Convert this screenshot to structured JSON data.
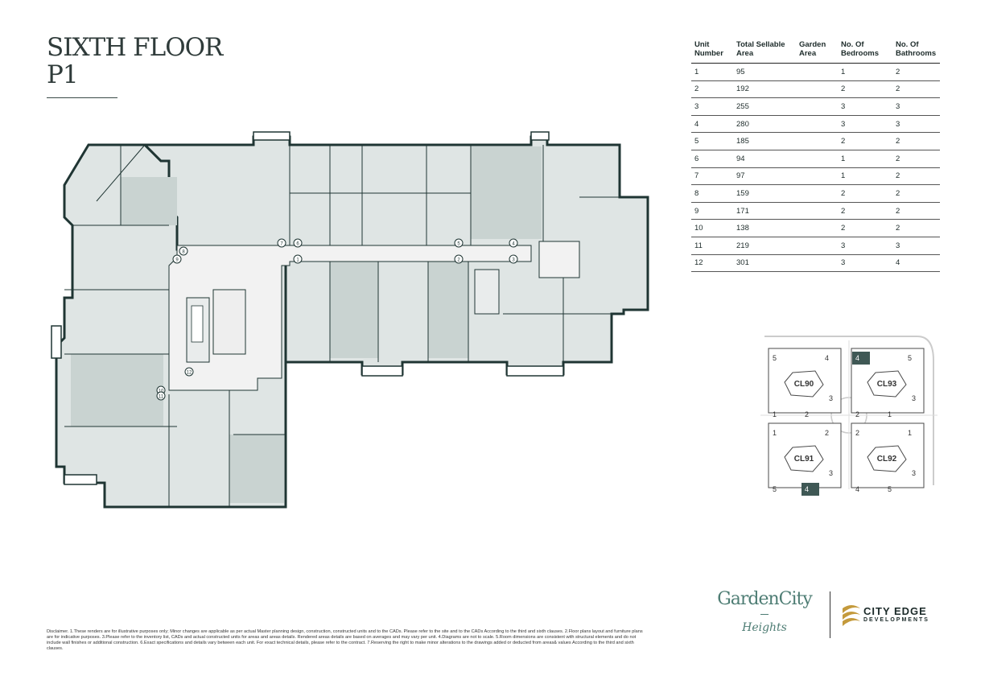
{
  "header": {
    "title_line1": "SIXTH FLOOR",
    "title_line2": "P1"
  },
  "table": {
    "headers": [
      "Unit Number",
      "Total Sellable Area",
      "Garden Area",
      "No. Of Bedrooms",
      "No. Of Bathrooms"
    ],
    "rows": [
      [
        "1",
        "95",
        "",
        "1",
        "2"
      ],
      [
        "2",
        "192",
        "",
        "2",
        "2"
      ],
      [
        "3",
        "255",
        "",
        "3",
        "3"
      ],
      [
        "4",
        "280",
        "",
        "3",
        "3"
      ],
      [
        "5",
        "185",
        "",
        "2",
        "2"
      ],
      [
        "6",
        "94",
        "",
        "1",
        "2"
      ],
      [
        "7",
        "97",
        "",
        "1",
        "2"
      ],
      [
        "8",
        "159",
        "",
        "2",
        "2"
      ],
      [
        "9",
        "171",
        "",
        "2",
        "2"
      ],
      [
        "10",
        "138",
        "",
        "2",
        "2"
      ],
      [
        "11",
        "219",
        "",
        "3",
        "3"
      ],
      [
        "12",
        "301",
        "",
        "3",
        "4"
      ]
    ]
  },
  "plan": {
    "unit_markers": [
      "1",
      "2",
      "3",
      "4",
      "5",
      "6",
      "7",
      "8",
      "9",
      "10",
      "11",
      "12"
    ]
  },
  "keymap": {
    "blocks": [
      {
        "name": "CL90",
        "units": [
          "5",
          "4",
          "3",
          "1",
          "2"
        ]
      },
      {
        "name": "CL93",
        "units": [
          "4",
          "5",
          "3",
          "2",
          "1"
        ]
      },
      {
        "name": "CL91",
        "units": [
          "1",
          "2",
          "3",
          "5",
          "4"
        ]
      },
      {
        "name": "CL92",
        "units": [
          "2",
          "1",
          "3",
          "4",
          "5"
        ]
      }
    ]
  },
  "disclaimer": "Disclaimer. 1.These renders are for illustrative purposes only; Minor changes are applicable as per actual Master planning design, construction, constructed units and to the CADs. Please refer to the site and to the CADs According to the third and sixth clauses. 2.Floor plans layout and furniture plans are for indicative purposes. 3.Please refer to the inventory list, CADs and actual constructed units for areas and areas details. Rendered areas details are based on averages and may vary per unit. 4.Diagrams are not to scale. 5.Room dimensions are consistent with structural elements and do not include wall finishes or additional construction. 6.Exact specifications and details vary between each unit. For exact technical details, please refer to the contract. 7.Reserving the right to make minor alterations to the drawings added or deducted from areas& values According to the third and sixth clauses.",
  "logos": {
    "gardencity_name": "GardenCity",
    "gardencity_sub": "Heights",
    "cityedge_name": "CITY EDGE",
    "cityedge_sub": "DEVELOPMENTS"
  },
  "colors": {
    "wall": "#1f3533",
    "unit_fill": "#dfe5e4",
    "unit_alt": "#c9d3d1",
    "corridor": "#f2f2f2",
    "highlight": "#3f5855",
    "brand_green": "#4e7d74",
    "brand_gold": "#c49a3c"
  }
}
